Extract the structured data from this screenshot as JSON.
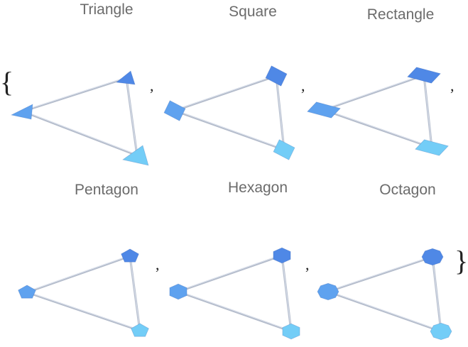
{
  "delimiters": {
    "open": "{",
    "close": "}",
    "separator": ","
  },
  "colors": {
    "edge": "#b5bdcc",
    "edge_light": "#dde3ee",
    "node_dark": "#4f88e6",
    "node_mid": "#5fa2ef",
    "node_light": "#73cdf7"
  },
  "panels": [
    {
      "label": "Triangle",
      "shape": "triangle",
      "sides": 3
    },
    {
      "label": "Square",
      "shape": "square",
      "sides": 4
    },
    {
      "label": "Rectangle",
      "shape": "rectangle",
      "sides": 4
    },
    {
      "label": "Pentagon",
      "shape": "pentagon",
      "sides": 5
    },
    {
      "label": "Hexagon",
      "shape": "hexagon",
      "sides": 6
    },
    {
      "label": "Octagon",
      "shape": "octagon",
      "sides": 8
    }
  ]
}
